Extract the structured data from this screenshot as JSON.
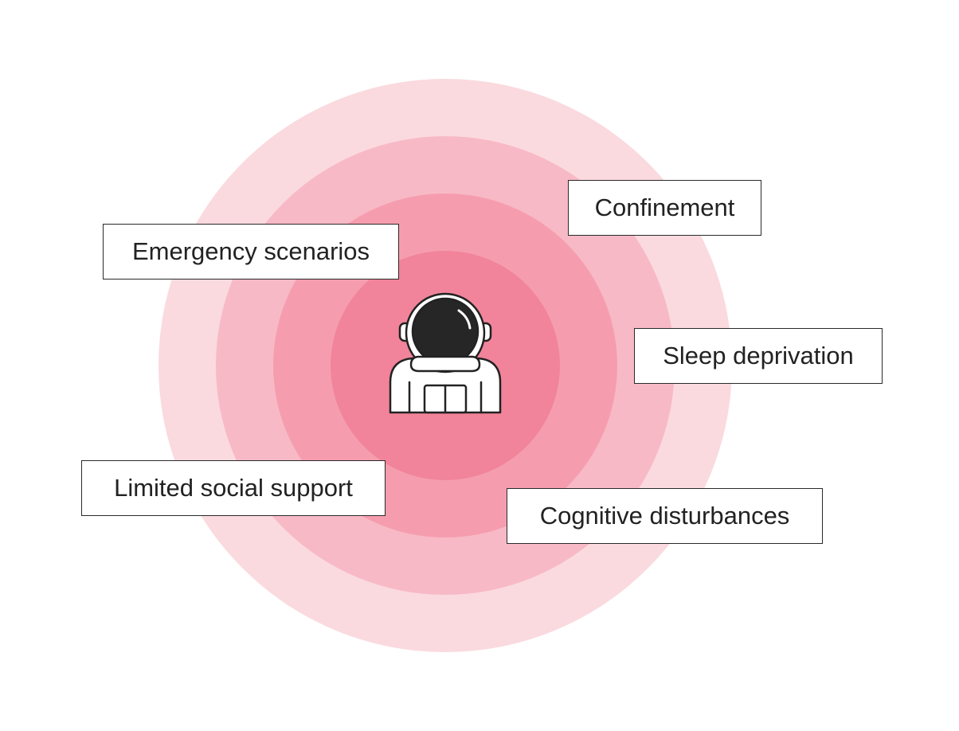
{
  "diagram": {
    "labels": {
      "confinement": "Confinement",
      "emergency": "Emergency scenarios",
      "sleep": "Sleep deprivation",
      "social": "Limited social support",
      "cognitive": "Cognitive disturbances"
    },
    "center_icon": "astronaut-icon",
    "ring_colors": [
      "#fadadf",
      "#f8b9c6",
      "#f59dae",
      "#f1849a"
    ],
    "colors": {
      "label_border": "#2a2a2a",
      "label_text": "#222222",
      "background": "#ffffff"
    }
  }
}
